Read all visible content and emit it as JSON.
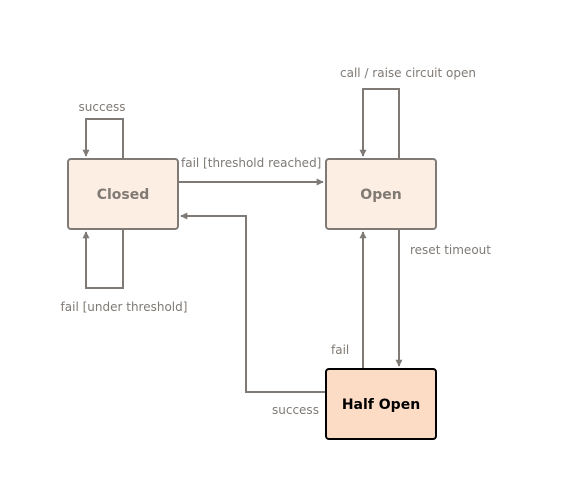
{
  "diagram": {
    "states": {
      "closed": "Closed",
      "open": "Open",
      "half_open": "Half Open"
    },
    "transitions": {
      "closed_success_loop": "success",
      "closed_fail_loop": "fail [under threshold]",
      "closed_to_open": "fail [threshold reached]",
      "open_loop": "call / raise circuit open",
      "open_to_half_open": "reset timeout",
      "half_open_to_open": "fail",
      "half_open_to_closed": "success"
    },
    "colors": {
      "state_fill": "#fdeee3",
      "active_state_fill": "#fcdcc4",
      "line": "#7f7a76",
      "text": "#807a75"
    }
  }
}
